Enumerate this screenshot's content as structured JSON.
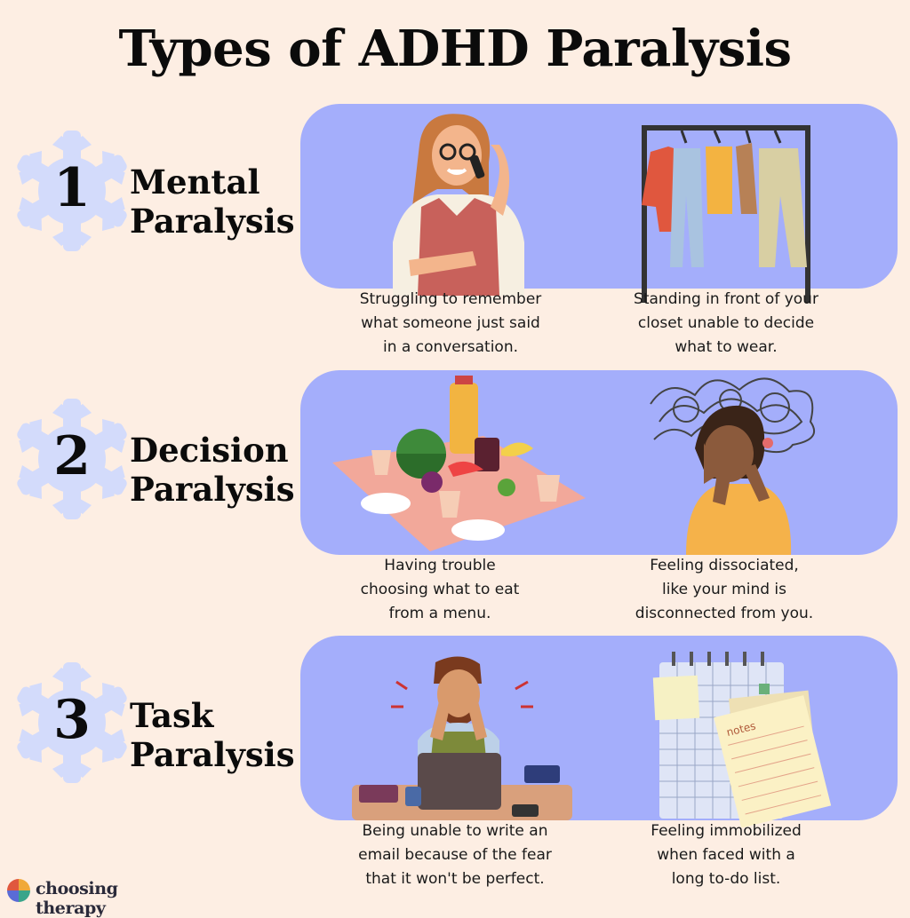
{
  "title": "Types of ADHD Paralysis",
  "brand": {
    "name": "choosing therapy"
  },
  "sections": [
    {
      "number": "1",
      "heading_line1": "Mental",
      "heading_line2": "Paralysis",
      "captions": [
        "Struggling to remember\nwhat someone just said\nin a conversation.",
        "Standing in front of your\ncloset unable to decide\nwhat to wear."
      ],
      "illustrations": [
        "woman-on-phone",
        "clothes-rack"
      ]
    },
    {
      "number": "2",
      "heading_line1": "Decision",
      "heading_line2": "Paralysis",
      "captions": [
        "Having trouble\nchoosing what to eat\nfrom a menu.",
        "Feeling dissociated,\nlike your mind is\ndisconnected from you."
      ],
      "illustrations": [
        "picnic-spread",
        "overwhelmed-woman"
      ]
    },
    {
      "number": "3",
      "heading_line1": "Task",
      "heading_line2": "Paralysis",
      "captions": [
        "Being unable to write an\nemail because of the fear\nthat it won't be perfect.",
        "Feeling immobilized\nwhen faced with a\nlong to-do list."
      ],
      "illustrations": [
        "stressed-man-at-laptop",
        "notes-and-calendar"
      ],
      "note_label": "notes"
    }
  ],
  "colors": {
    "background": "#fdeee3",
    "panel": "#a4aefb",
    "badge": "#d3dbfb"
  }
}
